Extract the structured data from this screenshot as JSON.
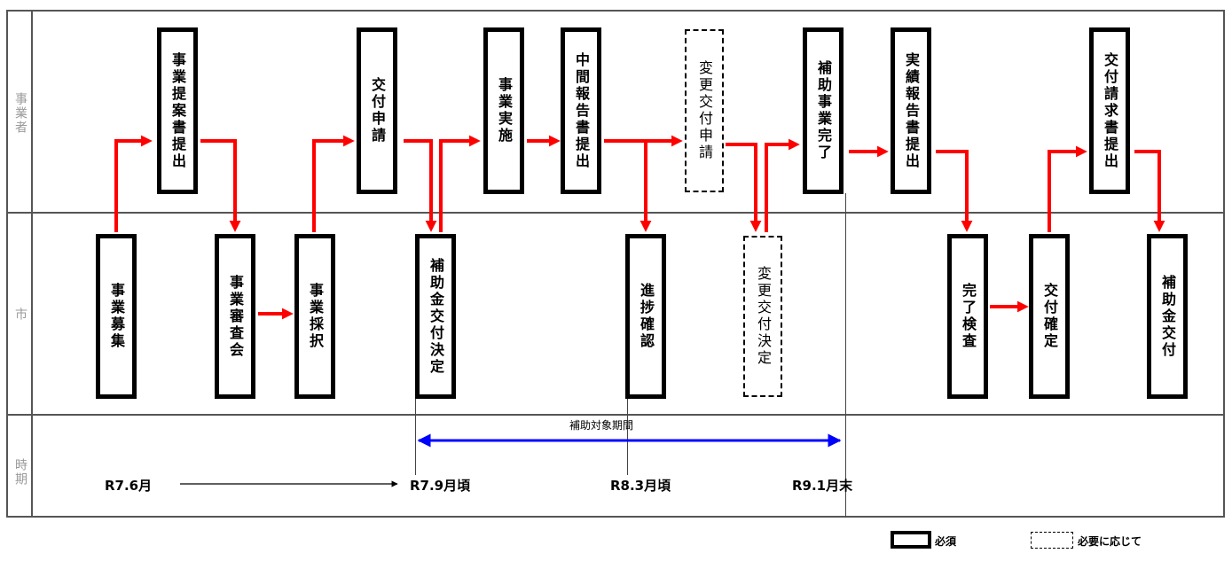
{
  "rows": {
    "business": "事業者",
    "city": "市",
    "period": "時期"
  },
  "boxes": {
    "jigyo_teian": "事業提案書提出",
    "kofu_shinsei": "交付申請",
    "jigyo_jisshi": "事業実施",
    "chukan_hokoku": "中間報告書提出",
    "henko_kofu_shinsei": "変更交付申請",
    "hojo_jigyo_kanryo": "補助事業完了",
    "jisseki_hokoku": "実績報告書提出",
    "kofu_seikyu": "交付請求書提出",
    "jigyo_boshu": "事業募集",
    "jigyo_shinsakai": "事業審査会",
    "jigyo_saitaku": "事業採択",
    "hojo_kofu_kettei": "補助金交付決定",
    "shincho_kakunin": "進捗確認",
    "henko_kofu_kettei": "変更交付決定",
    "kanryo_kensa": "完了検査",
    "kofu_kakutei": "交付確定",
    "hojo_kofu": "補助金交付"
  },
  "timeline": {
    "t1": "R7.6月",
    "t2": "R7.9月頃",
    "t3": "R8.3月頃",
    "t4": "R9.1月末",
    "period_label": "補助対象期間"
  },
  "legend": {
    "required": "必須",
    "as_needed": "必要に応じて"
  },
  "colors": {
    "flow_arrow": "#ff0000",
    "period_arrow": "#0000ff"
  }
}
